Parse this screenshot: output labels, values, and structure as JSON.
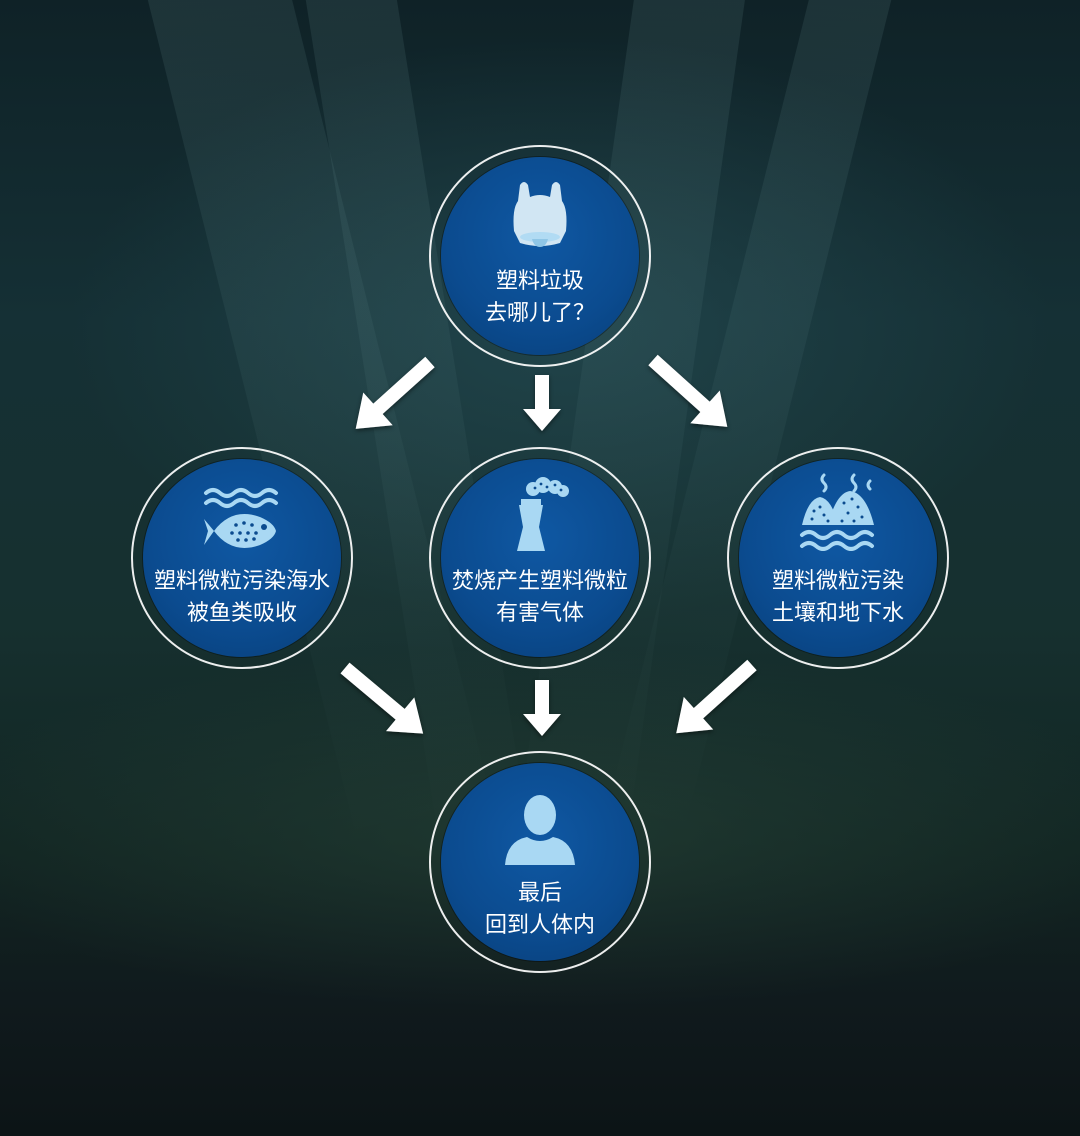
{
  "diagram": {
    "top": {
      "line1": "塑料垃圾",
      "line2": "去哪儿了？",
      "icon": "plastic-bag-icon"
    },
    "left": {
      "line1": "塑料微粒污染海水",
      "line2": "被鱼类吸收",
      "icon": "fish-in-water-icon"
    },
    "center": {
      "line1": "焚烧产生塑料微粒",
      "line2": "有害气体",
      "icon": "smokestack-icon"
    },
    "right": {
      "line1": "塑料微粒污染",
      "line2": "土壤和地下水",
      "icon": "soil-water-icon"
    },
    "bottom": {
      "line1": "最后",
      "line2": "回到人体内",
      "icon": "person-icon"
    },
    "colors": {
      "circle_fill": "#0b4b8f",
      "icon_light": "#a9d8f3",
      "text": "#ffffff",
      "arrow": "#ffffff"
    }
  }
}
